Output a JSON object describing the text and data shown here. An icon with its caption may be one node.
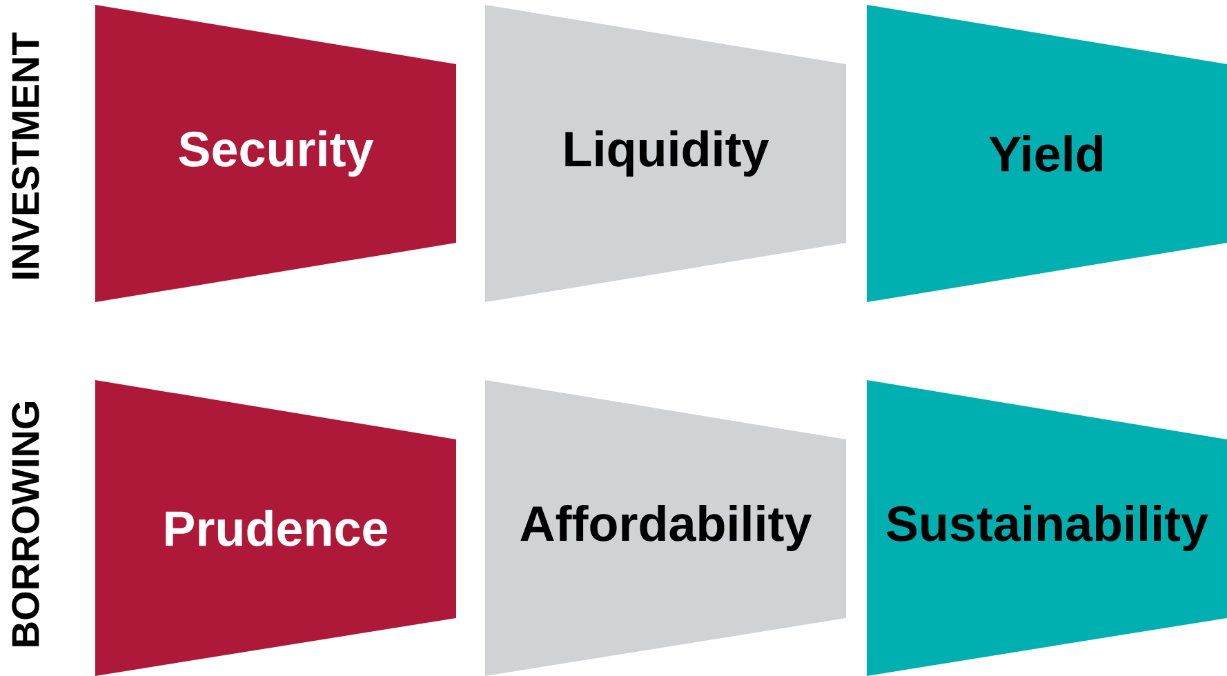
{
  "diagram": {
    "nodes": [
      {
        "text": [
          "Security"
        ]
      },
      {
        "text": [
          "Liquidity"
        ]
      },
      {
        "text": [
          "Yield"
        ]
      },
      {
        "text": [
          "Prudence"
        ]
      },
      {
        "text": [
          "Affordability"
        ]
      },
      {
        "text": [
          "Sustainability"
        ]
      }
    ],
    "labels": [
      "INVESTMENT",
      "BORROWING"
    ]
  }
}
